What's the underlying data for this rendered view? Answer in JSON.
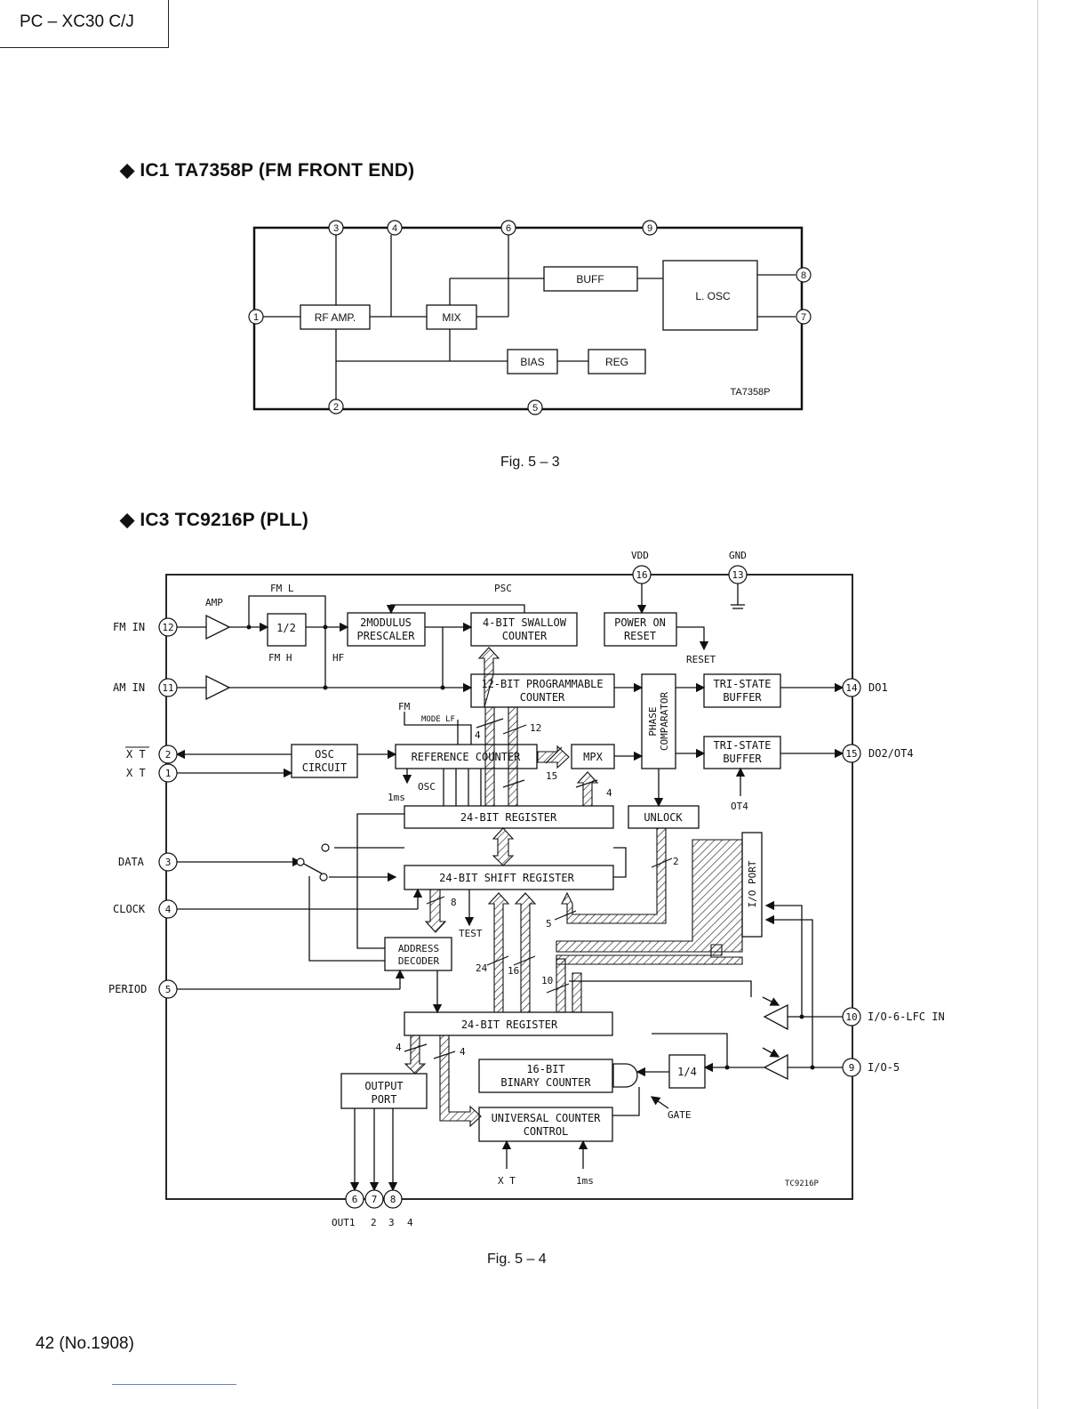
{
  "header": {
    "model": "PC – XC30 C/J"
  },
  "section1": {
    "title": "◆ IC1 TA7358P (FM FRONT END)",
    "caption": "Fig. 5 – 3"
  },
  "section2": {
    "title": "◆ IC3 TC9216P (PLL)",
    "caption": "Fig. 5 – 4"
  },
  "footer": {
    "page": "42  (No.1908)"
  },
  "fig53": {
    "chip": "TA7358P",
    "blocks": {
      "rf_amp": "RF AMP.",
      "mix": "MIX",
      "buff": "BUFF",
      "losc": "L. OSC",
      "bias": "BIAS",
      "reg": "REG"
    },
    "pins": [
      "1",
      "2",
      "3",
      "4",
      "5",
      "6",
      "7",
      "8",
      "9"
    ]
  },
  "fig54": {
    "chip": "TC9216P",
    "blocks": {
      "half": "1/2",
      "prescaler": [
        "2MODULUS",
        "PRESCALER"
      ],
      "swallow": [
        "4-BIT SWALLOW",
        "COUNTER"
      ],
      "poweron": [
        "POWER ON",
        "RESET"
      ],
      "prog": [
        "12-BIT PROGRAMMABLE",
        "COUNTER"
      ],
      "tri1": [
        "TRI-STATE",
        "BUFFER"
      ],
      "tri2": [
        "TRI-STATE",
        "BUFFER"
      ],
      "phase": [
        "PHASE",
        "COMPARATOR"
      ],
      "osc": [
        "OSC",
        "CIRCUIT"
      ],
      "refcnt": "REFERENCE COUNTER",
      "mpx": "MPX",
      "reg24a": "24-BIT REGISTER",
      "unlock": "UNLOCK",
      "shift": "24-BIT SHIFT REGISTER",
      "ioport": "I/O PORT",
      "addr": [
        "ADDRESS",
        "DECODER"
      ],
      "reg24b": "24-BIT REGISTER",
      "binary": [
        "16-BIT",
        "BINARY COUNTER"
      ],
      "quarter": "1/4",
      "outport": [
        "OUTPUT",
        "PORT"
      ],
      "ucc": [
        "UNIVERSAL COUNTER",
        "CONTROL"
      ]
    },
    "labels": {
      "amp": "AMP",
      "fml": "FM L",
      "fmh": "FM H",
      "hf": "HF",
      "psc": "PSC",
      "reset": "RESET",
      "vdd": "VDD",
      "gnd": "GND",
      "fm": "FM",
      "modelf": "MODE LF",
      "osc": "OSC",
      "ms1": "1ms",
      "ot4": "OT4",
      "test": "TEST",
      "gate": "GATE",
      "xt_bottom": "X T",
      "ms_bottom": "1ms"
    },
    "bus_widths": {
      "b4a": "4",
      "b12": "12",
      "b15": "15",
      "b4b": "4",
      "b2": "2",
      "b8": "8",
      "b5": "5",
      "b24": "24",
      "b16": "16",
      "b10": "10",
      "b4c": "4",
      "b4d": "4"
    },
    "pins_left": [
      {
        "num": "12",
        "label": "FM IN"
      },
      {
        "num": "11",
        "label": "AM IN"
      },
      {
        "num": "2",
        "label": "X T",
        "overbar": true
      },
      {
        "num": "1",
        "label": "X T"
      },
      {
        "num": "3",
        "label": "DATA"
      },
      {
        "num": "4",
        "label": "CLOCK"
      },
      {
        "num": "5",
        "label": "PERIOD"
      }
    ],
    "pins_right": [
      {
        "num": "14",
        "label": "DO1"
      },
      {
        "num": "15",
        "label": "DO2/OT4"
      },
      {
        "num": "10",
        "label": "I/O-6-LFC IN"
      },
      {
        "num": "9",
        "label": "I/O-5"
      }
    ],
    "pins_top": [
      {
        "num": "16"
      },
      {
        "num": "13"
      }
    ],
    "pins_bottom": [
      {
        "num": "6"
      },
      {
        "num": "7"
      },
      {
        "num": "8"
      }
    ],
    "out_labels": [
      "OUT1",
      "2",
      "3",
      "4"
    ]
  }
}
